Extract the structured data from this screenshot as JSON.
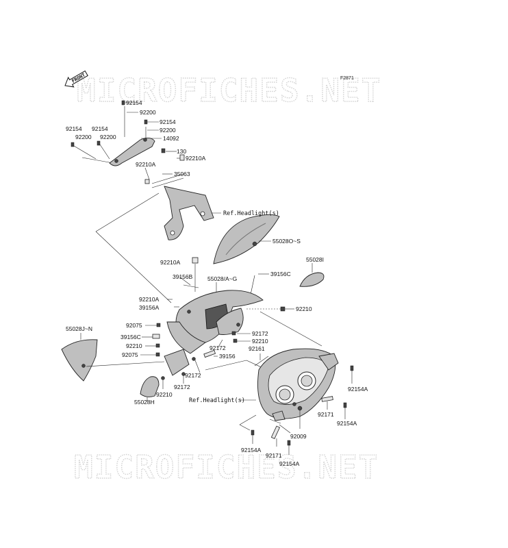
{
  "watermark": {
    "top": "MICROFICHES.NET",
    "bottom": "MICROFICHES.NET"
  },
  "figure_code": "F2871",
  "front_marker": "FRONT",
  "part_numbers": {
    "p92154_a": "92154",
    "p92200_a": "92200",
    "p92154_b": "92154",
    "p92200_b": "92200",
    "p92154_c": "92154",
    "p92200_c": "92200",
    "p92154_d": "92154",
    "p92200_d": "92200",
    "p14092": "14092",
    "p130": "130",
    "p92210A_a": "92210A",
    "p92210A_b": "92210A",
    "p35063": "35063",
    "p55028O_S": "55028O~S",
    "p92210A_c": "92210A",
    "p39156B": "39156B",
    "p55028A_G": "55028/A~G",
    "p39156C_a": "39156C",
    "p55028I": "55028I",
    "p92210A_d": "92210A",
    "p39156A": "39156A",
    "p92210_a": "92210",
    "p92075_a": "92075",
    "p55028J_N": "55028J~N",
    "p39156C_b": "39156C",
    "p92172_a": "92172",
    "p92210_b": "92210",
    "p92210_c": "92210",
    "p92172_b": "92172",
    "p92075_b": "92075",
    "p39156": "39156",
    "p92161": "92161",
    "p92172_c": "92172",
    "p92172_d": "92172",
    "p92210_d": "92210",
    "p55028H": "55028H",
    "p92154A_a": "92154A",
    "p92171_a": "92171",
    "p92154A_b": "92154A",
    "p92009": "92009",
    "p92154A_c": "92154A",
    "p92171_b": "92171",
    "p92154A_d": "92154A"
  },
  "references": {
    "ref_headlight_top": "Ref.Headlight(s)",
    "ref_headlight_bottom": "Ref.Headlight(s)"
  }
}
